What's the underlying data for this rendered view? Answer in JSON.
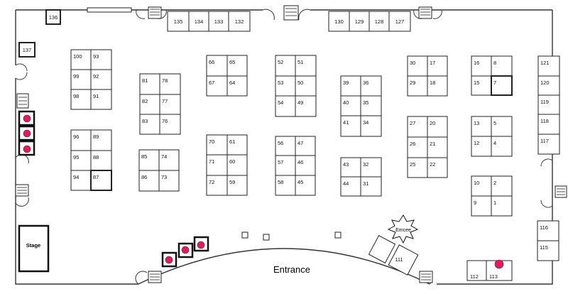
{
  "title": "",
  "labels": {
    "entrance": "Entrance",
    "stage": "Stage",
    "emcee": "Emcee"
  },
  "colors": {
    "marker": "#e8185f",
    "line": "#222222",
    "background": "#ffffff"
  },
  "booths": [
    {
      "id": "136"
    },
    {
      "id": "137"
    },
    {
      "id": "135"
    },
    {
      "id": "134"
    },
    {
      "id": "133"
    },
    {
      "id": "132"
    },
    {
      "id": "130"
    },
    {
      "id": "129"
    },
    {
      "id": "128"
    },
    {
      "id": "127"
    },
    {
      "id": "100"
    },
    {
      "id": "93"
    },
    {
      "id": "99"
    },
    {
      "id": "92"
    },
    {
      "id": "98"
    },
    {
      "id": "91"
    },
    {
      "id": "96"
    },
    {
      "id": "89"
    },
    {
      "id": "95"
    },
    {
      "id": "88"
    },
    {
      "id": "94"
    },
    {
      "id": "87"
    },
    {
      "id": "81"
    },
    {
      "id": "78"
    },
    {
      "id": "82"
    },
    {
      "id": "77"
    },
    {
      "id": "83"
    },
    {
      "id": "76"
    },
    {
      "id": "85"
    },
    {
      "id": "74"
    },
    {
      "id": "86"
    },
    {
      "id": "73"
    },
    {
      "id": "66"
    },
    {
      "id": "65"
    },
    {
      "id": "67"
    },
    {
      "id": "64"
    },
    {
      "id": "70"
    },
    {
      "id": "61"
    },
    {
      "id": "71"
    },
    {
      "id": "60"
    },
    {
      "id": "72"
    },
    {
      "id": "59"
    },
    {
      "id": "52"
    },
    {
      "id": "51"
    },
    {
      "id": "53"
    },
    {
      "id": "50"
    },
    {
      "id": "54"
    },
    {
      "id": "49"
    },
    {
      "id": "56"
    },
    {
      "id": "47"
    },
    {
      "id": "57"
    },
    {
      "id": "46"
    },
    {
      "id": "58"
    },
    {
      "id": "45"
    },
    {
      "id": "39"
    },
    {
      "id": "36"
    },
    {
      "id": "40"
    },
    {
      "id": "35"
    },
    {
      "id": "41"
    },
    {
      "id": "34"
    },
    {
      "id": "43"
    },
    {
      "id": "32"
    },
    {
      "id": "44"
    },
    {
      "id": "31"
    },
    {
      "id": "30"
    },
    {
      "id": "17"
    },
    {
      "id": "29"
    },
    {
      "id": "18"
    },
    {
      "id": "27"
    },
    {
      "id": "20"
    },
    {
      "id": "26"
    },
    {
      "id": "21"
    },
    {
      "id": "25"
    },
    {
      "id": "22"
    },
    {
      "id": "16"
    },
    {
      "id": "8"
    },
    {
      "id": "15"
    },
    {
      "id": "7"
    },
    {
      "id": "13"
    },
    {
      "id": "5"
    },
    {
      "id": "12"
    },
    {
      "id": "4"
    },
    {
      "id": "10"
    },
    {
      "id": "2"
    },
    {
      "id": "9"
    },
    {
      "id": "1"
    },
    {
      "id": "121"
    },
    {
      "id": "120"
    },
    {
      "id": "119"
    },
    {
      "id": "118"
    },
    {
      "id": "117"
    },
    {
      "id": "116"
    },
    {
      "id": "115"
    },
    {
      "id": "111"
    },
    {
      "id": "112"
    },
    {
      "id": "113"
    }
  ],
  "markers": [
    "left-1",
    "left-2",
    "left-3",
    "entrance-1",
    "entrance-2",
    "entrance-3",
    "booth-113"
  ]
}
